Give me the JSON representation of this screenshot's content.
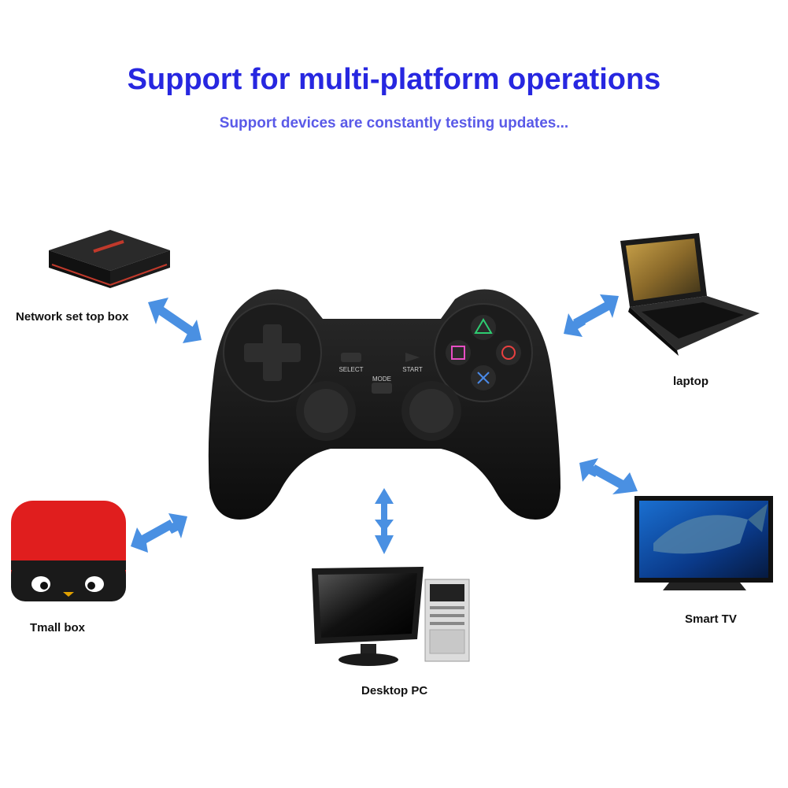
{
  "header": {
    "title": "Support for multi-platform operations",
    "subtitle": "Support devices are constantly testing updates..."
  },
  "controller": {
    "select_label": "SELECT",
    "mode_label": "MODE",
    "start_label": "START"
  },
  "devices": {
    "set_top_box": "Network set top box",
    "laptop": "laptop",
    "tmall_box": "Tmall box",
    "desktop_pc": "Desktop PC",
    "smart_tv": "Smart TV"
  },
  "colors": {
    "title": "#2727e0",
    "subtitle": "#5a5ae8",
    "arrow": "#4a90e2",
    "controller": "#151515",
    "tmall_red": "#e01e1e"
  }
}
